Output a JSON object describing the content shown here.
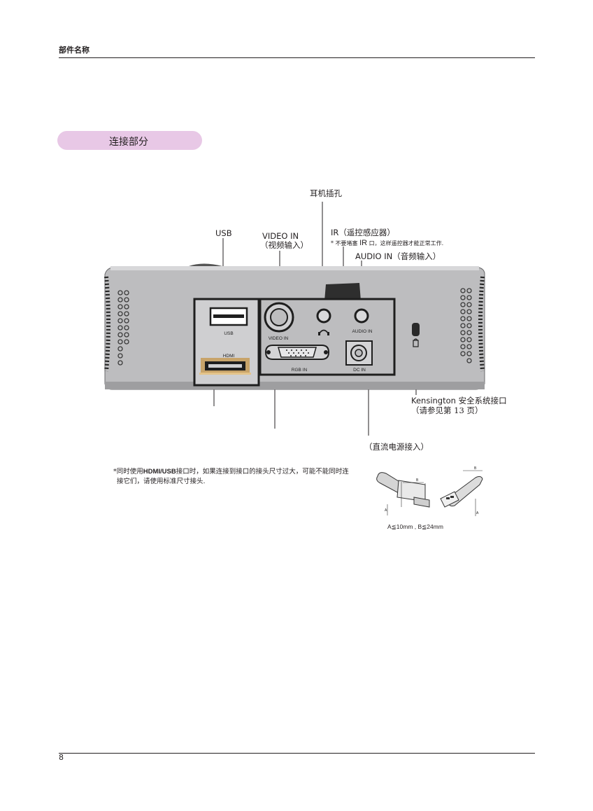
{
  "header": {
    "section": "部件名称"
  },
  "section_pill": {
    "title": "连接部分"
  },
  "callouts": {
    "headphone": "耳机插孔",
    "usb": "USB",
    "video_in": "VIDEO IN",
    "video_in_cn": "（视频输入）",
    "ir": "IR（遥控感应器）",
    "ir_note_prefix": "* 不要堵塞",
    "ir_note_ir": "IR",
    "ir_note_suffix": "口，这样遥控器才能正常工作.",
    "audio_in": "AUDIO IN（音频输入）",
    "kensington": "Kensington 安全系统接口",
    "kensington_ref": "（请参见第 13 页）",
    "dc_in": "（直流电源接入）"
  },
  "panel_labels": {
    "usb": "USB",
    "hdmi": "HDMI",
    "video_in": "VIDEO IN",
    "rgb_in": "RGB IN",
    "audio_in": "AUDIO IN",
    "dc_in": "DC IN"
  },
  "note": {
    "prefix": "*同时使用",
    "bold": "HDMI/USB",
    "suffix": "接口时，如果连接到接口的接头尺寸过大，可能不能同时连",
    "line2": "接它们，请使用标准尺寸接头."
  },
  "connector_dims": {
    "label_a": "A",
    "label_b": "B",
    "caption": "A≦10mm , B≦24mm"
  },
  "footer": {
    "page_number": "8"
  },
  "colors": {
    "pill": "#e8c8e6",
    "body_gray": "#b9b9bb",
    "panel_dark": "#2c2c2c",
    "hdmi_accent": "#c8a46a"
  }
}
